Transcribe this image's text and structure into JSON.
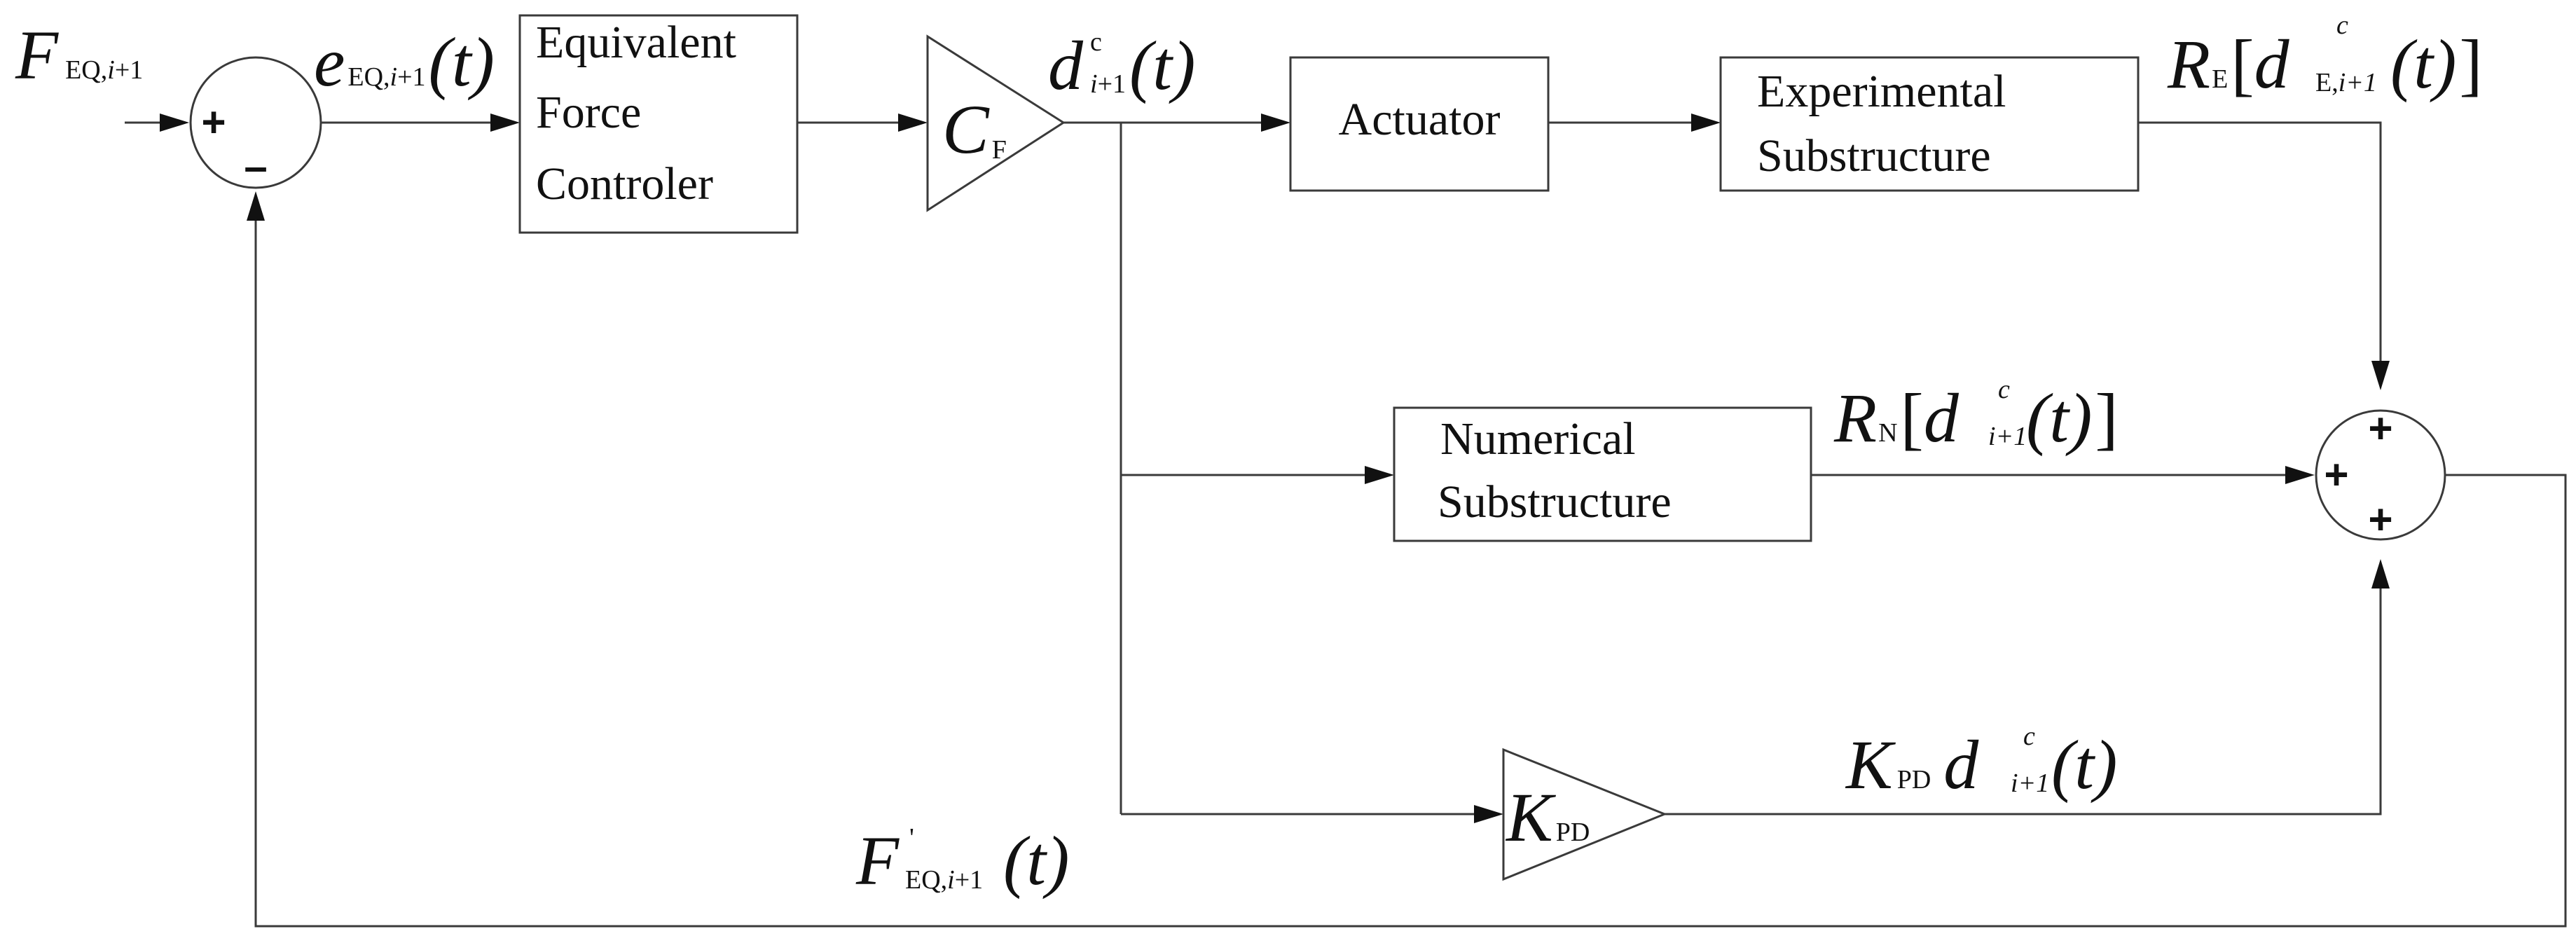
{
  "blocks": {
    "controller": [
      "Equivalent",
      "Force",
      "Controler"
    ],
    "actuator": [
      "Actuator"
    ],
    "experimental": [
      "Experimental",
      "Substructure"
    ],
    "numerical": [
      "Numerical",
      "Substructure"
    ]
  },
  "gains": {
    "cf": {
      "base": "C",
      "sub": "F"
    },
    "kpd": {
      "base": "K",
      "sub": "PD"
    }
  },
  "sums": {
    "left": {
      "plus": "+",
      "minus": "–"
    },
    "right": {
      "top": "+",
      "left": "+",
      "bottom": "+"
    }
  },
  "signals": {
    "input": {
      "base": "F",
      "sub_a": "EQ,",
      "sub_b": "i",
      "sub_c": "+1"
    },
    "error": {
      "base": "e",
      "sub_a": "EQ,",
      "sub_b": "i",
      "sub_c": "+1",
      "arg": "(t)"
    },
    "command": {
      "base": "d",
      "sup": "c",
      "sub_a": "i",
      "sub_b": "+1",
      "arg": "(t)"
    },
    "experimental_force": {
      "base": "R",
      "sub": "E",
      "open": "[",
      "d": "d",
      "sup": "c",
      "dsub_a": "E,",
      "dsub_b": "i+1",
      "arg": "(t)",
      "close": "]"
    },
    "numerical_force": {
      "base": "R",
      "sub": "N",
      "open": "[",
      "d": "d",
      "sup": "c",
      "dsub": "i+1",
      "arg": "(t)",
      "close": "]"
    },
    "pd_force": {
      "base": "K",
      "sub": "PD",
      "d": "d",
      "sup": "c",
      "dsub": "i+1",
      "arg": "(t)"
    },
    "feedback": {
      "base": "F",
      "sup": "'",
      "sub_a": "EQ,",
      "sub_b": "i",
      "sub_c": "+1",
      "arg": "(t)"
    }
  }
}
